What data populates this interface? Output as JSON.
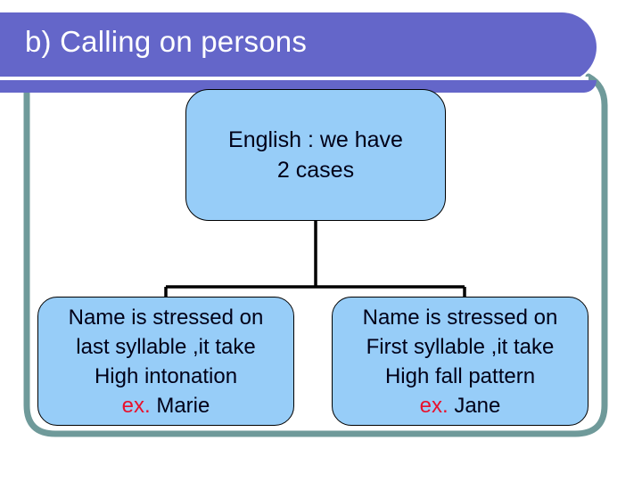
{
  "slide": {
    "title": "b) Calling on persons",
    "title_color": "#ffffff",
    "banner_color": "#6466c9",
    "frame_color": "#6f9a9a",
    "node_fill": "#97cdf8",
    "node_border": "#000000",
    "accent_red": "#e8112d",
    "background": "#ffffff"
  },
  "diagram": {
    "type": "tree",
    "root": {
      "id": "root",
      "lines": [
        "English : we have",
        "2 cases"
      ]
    },
    "children": [
      {
        "id": "left",
        "lines": [
          "Name is stressed on",
          "last syllable ,it take",
          "High intonation"
        ],
        "example_prefix": "ex.",
        "example_value": "Marie"
      },
      {
        "id": "right",
        "lines": [
          "Name is stressed on",
          "First syllable ,it take",
          "High fall pattern"
        ],
        "example_prefix": "ex.",
        "example_value": "Jane"
      }
    ]
  }
}
